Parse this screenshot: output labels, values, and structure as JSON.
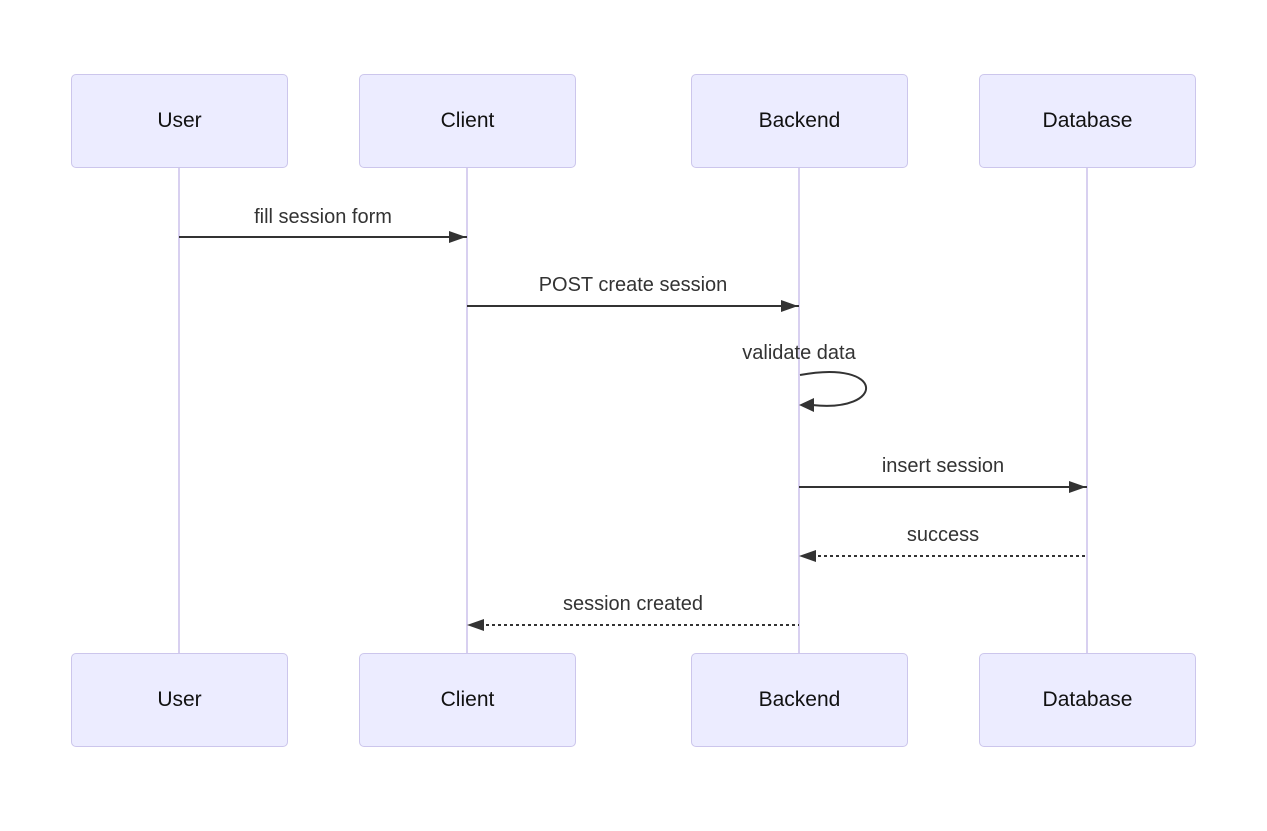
{
  "diagram_type": "sequence",
  "actors": [
    {
      "name": "User"
    },
    {
      "name": "Client"
    },
    {
      "name": "Backend"
    },
    {
      "name": "Database"
    }
  ],
  "messages": [
    {
      "text": "fill session form",
      "from": "User",
      "to": "Client",
      "line": "solid",
      "self": false
    },
    {
      "text": "POST create session",
      "from": "Client",
      "to": "Backend",
      "line": "solid",
      "self": false
    },
    {
      "text": "validate data",
      "from": "Backend",
      "to": "Backend",
      "line": "solid",
      "self": true
    },
    {
      "text": "insert session",
      "from": "Backend",
      "to": "Database",
      "line": "solid",
      "self": false
    },
    {
      "text": "success",
      "from": "Database",
      "to": "Backend",
      "line": "dashed",
      "self": false
    },
    {
      "text": "session created",
      "from": "Backend",
      "to": "Client",
      "line": "dashed",
      "self": false
    }
  ],
  "colors": {
    "background": "#ffffff",
    "actor_fill": "#ececff",
    "actor_border": "#ccc6ec",
    "lifeline": "#d8d0f0",
    "actor_text": "#111111",
    "message_text": "#333333",
    "arrow": "#333333"
  }
}
